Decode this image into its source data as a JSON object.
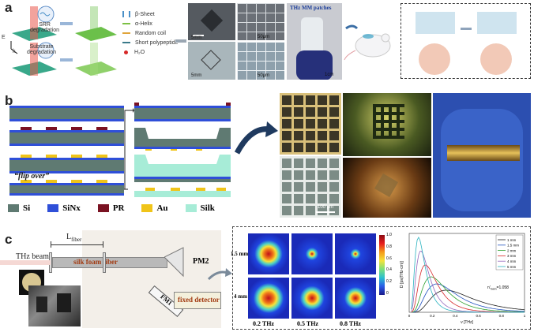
{
  "panels": {
    "a": {
      "letter": "a",
      "labels": {
        "srr": "SRR\ndegradation",
        "substrate": "Substrate\ndegradation",
        "axis_e": "E",
        "axis_k": "k"
      },
      "legend": [
        {
          "label": "β-Sheet",
          "color": "#4a90c8"
        },
        {
          "label": "α-Helix",
          "color": "#7cc043"
        },
        {
          "label": "Random coil",
          "color": "#e0a43a"
        },
        {
          "label": "Short polypeptide",
          "color": "#3a7a8a"
        },
        {
          "label": "H₂O",
          "color": "#d62828"
        }
      ],
      "scalebars": [
        "5mm",
        "50μm",
        "5mm",
        "50μm",
        "1cm"
      ],
      "patch_label": "THz MM patches"
    },
    "b": {
      "letter": "b",
      "flip_label": "“flip over”",
      "legend": [
        {
          "label": "Si",
          "color": "#5f7a72"
        },
        {
          "label": "SiNx",
          "color": "#2f4fd8"
        },
        {
          "label": "PR",
          "color": "#7a1222"
        },
        {
          "label": "Au",
          "color": "#f0c419"
        },
        {
          "label": "Silk",
          "color": "#a7ecd7"
        }
      ],
      "scalebar": "100 μm"
    },
    "c": {
      "letter": "c",
      "setup": {
        "l_fiber": "L",
        "l_fiber_sub": "fiber",
        "thz_beam": "THz beam",
        "fiber": "silk foam fiber",
        "pm2": "PM2",
        "fm1": "FM1",
        "detector": "fixed detector"
      },
      "heatmap": {
        "rows": [
          "1.5 mm",
          "4 mm"
        ],
        "cols": [
          "0.2 THz",
          "0.5 THz",
          "0.8 THz"
        ],
        "colorbar_ticks": [
          "1.0",
          "0.8",
          "0.6",
          "0.4",
          "0.2",
          "0"
        ]
      },
      "plot": {
        "xlabel": "ν [THz]",
        "ylabel": "D [ps(THz·cm)]",
        "xticks": [
          "0",
          "0.2",
          "0.4",
          "0.6",
          "0.8",
          "1"
        ],
        "annotation": "n'",
        "annotation_sub": "foam",
        "annotation_val": "=1.058"
      }
    }
  },
  "chart_data": {
    "type": "line",
    "title": "",
    "xlabel": "ν [THz]",
    "ylabel": "D [ps(THz·cm)]",
    "xlim": [
      0,
      1
    ],
    "series": [
      {
        "name": "1 mm",
        "color": "#222222",
        "peak_x": 0.32,
        "peak_y": 0.28
      },
      {
        "name": "1.5 mm",
        "color": "#1f4fbf",
        "peak_x": 0.24,
        "peak_y": 0.36
      },
      {
        "name": "2 mm",
        "color": "#2ca02c",
        "peak_x": 0.19,
        "peak_y": 0.45
      },
      {
        "name": "3 mm",
        "color": "#d62728",
        "peak_x": 0.14,
        "peak_y": 0.6
      },
      {
        "name": "4 mm",
        "color": "#9467bd",
        "peak_x": 0.1,
        "peak_y": 0.78
      },
      {
        "name": "5 mm",
        "color": "#2bb3c0",
        "peak_x": 0.08,
        "peak_y": 0.95
      }
    ]
  }
}
